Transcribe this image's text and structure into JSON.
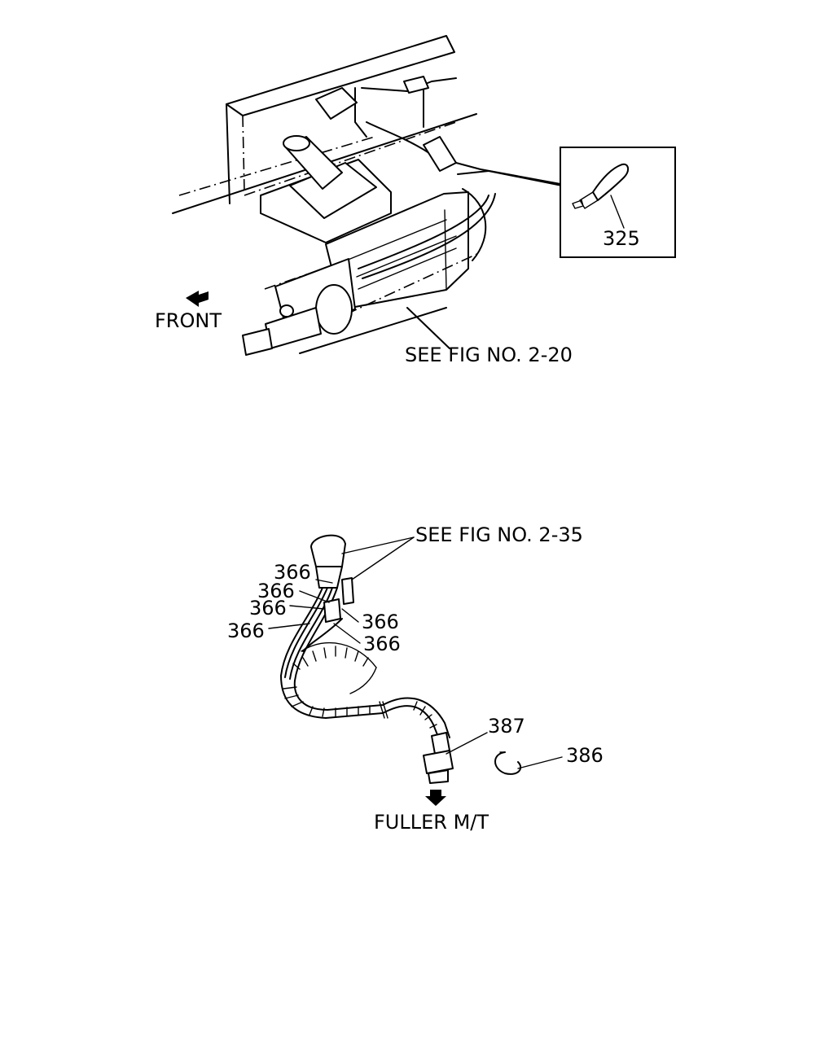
{
  "top_figure": {
    "direction_label": "FRONT",
    "reference_label": "SEE FIG NO. 2-20",
    "inset_part_number": "325"
  },
  "bottom_figure": {
    "reference_label": "SEE FIG NO. 2-35",
    "part_numbers_left": [
      "366",
      "366",
      "366",
      "366"
    ],
    "part_numbers_right": [
      "366",
      "366"
    ],
    "switch_part_number": "387",
    "clip_part_number": "386",
    "transmission_label": "FULLER M/T"
  }
}
